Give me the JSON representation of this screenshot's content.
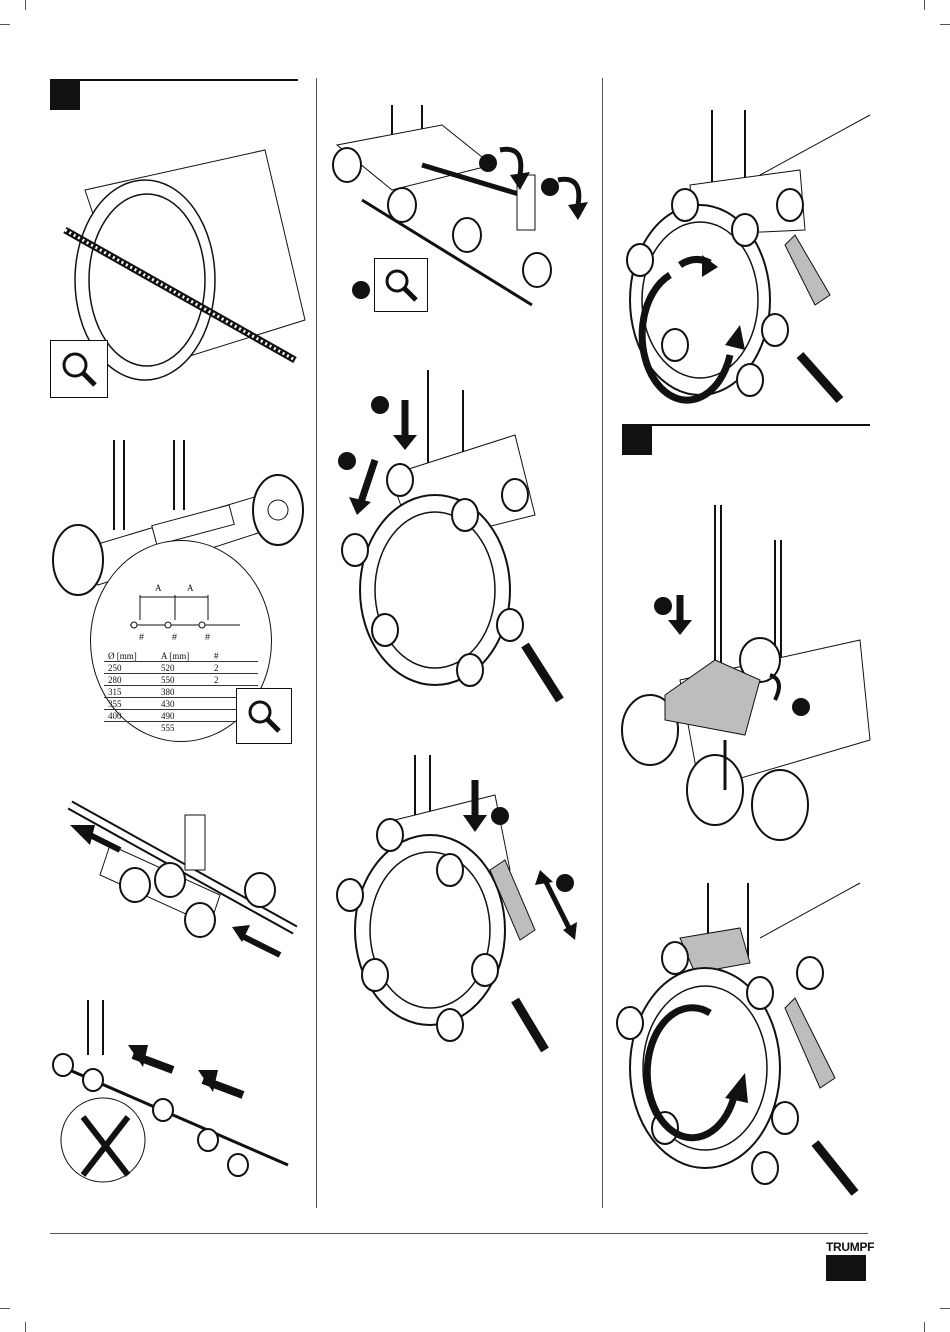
{
  "brand": {
    "name": "TRUMPF"
  },
  "table": {
    "headers": [
      "Ø [mm]",
      "A [mm]",
      "#"
    ],
    "rows": [
      [
        "250",
        "520",
        "2"
      ],
      [
        "280",
        "550",
        "2"
      ],
      [
        "315",
        "380",
        ""
      ],
      [
        "355",
        "430",
        ""
      ],
      [
        "400",
        "490",
        ""
      ],
      [
        "",
        "555",
        ""
      ]
    ]
  },
  "diagram_labels": {
    "spacing": "A",
    "marker": "#"
  },
  "icons": [
    "magnifier-icon",
    "arrow-icon",
    "rotate-icon",
    "cross-icon"
  ],
  "colors": {
    "ink": "#111111",
    "fill": "#bdbdbd",
    "paper": "#ffffff"
  }
}
